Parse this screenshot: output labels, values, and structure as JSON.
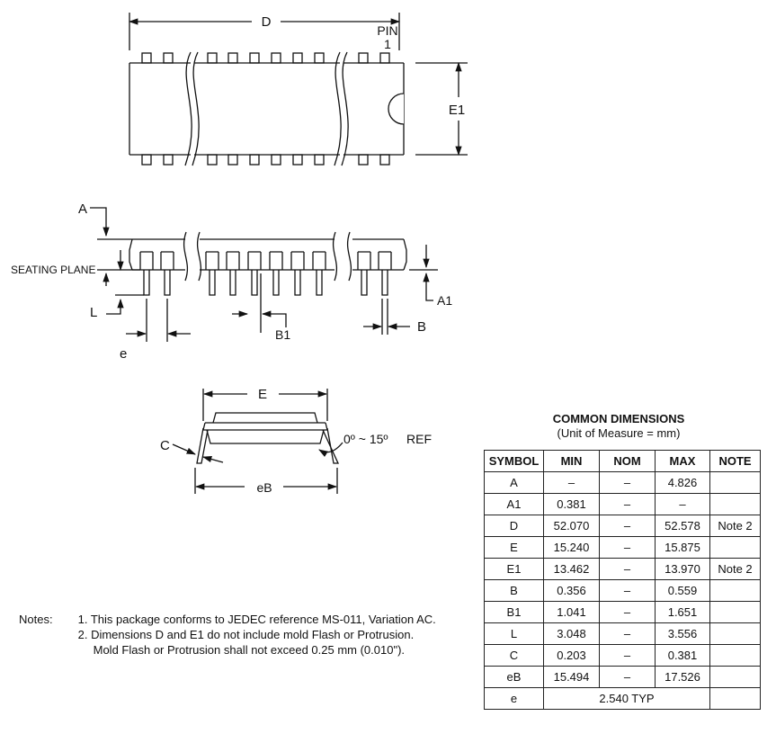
{
  "labels": {
    "D": "D",
    "pin": "PIN",
    "pin_num": "1",
    "E1": "E1",
    "A": "A",
    "seating_plane": "SEATING PLANE",
    "L": "L",
    "e": "e",
    "B1": "B1",
    "A1": "A1",
    "B": "B",
    "E": "E",
    "C": "C",
    "angle": "0º ~ 15º",
    "ref": "REF",
    "eB": "eB"
  },
  "table": {
    "title": "COMMON DIMENSIONS",
    "subtitle": "(Unit of Measure = mm)",
    "headers": [
      "SYMBOL",
      "MIN",
      "NOM",
      "MAX",
      "NOTE"
    ],
    "rows": [
      [
        "A",
        "–",
        "–",
        "4.826",
        ""
      ],
      [
        "A1",
        "0.381",
        "–",
        "–",
        ""
      ],
      [
        "D",
        "52.070",
        "–",
        "52.578",
        "Note 2"
      ],
      [
        "E",
        "15.240",
        "–",
        "15.875",
        ""
      ],
      [
        "E1",
        "13.462",
        "–",
        "13.970",
        "Note 2"
      ],
      [
        "B",
        "0.356",
        "–",
        "0.559",
        ""
      ],
      [
        "B1",
        "1.041",
        "–",
        "1.651",
        ""
      ],
      [
        "L",
        "3.048",
        "–",
        "3.556",
        ""
      ],
      [
        "C",
        "0.203",
        "–",
        "0.381",
        ""
      ],
      [
        "eB",
        "15.494",
        "–",
        "17.526",
        ""
      ]
    ],
    "last_row": {
      "symbol": "e",
      "value": "2.540 TYP"
    }
  },
  "notes": {
    "label": "Notes:",
    "items": [
      "1. This package conforms to JEDEC reference MS-011, Variation AC.",
      "2. Dimensions D and E1 do not include mold Flash or Protrusion.",
      "Mold Flash or Protrusion shall not exceed 0.25 mm (0.010\")."
    ]
  }
}
